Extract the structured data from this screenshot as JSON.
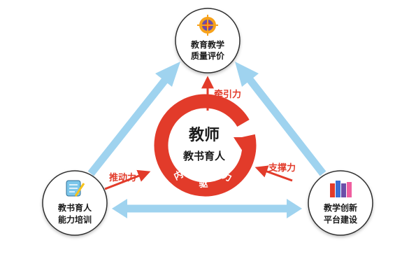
{
  "nodes": {
    "top": {
      "line1": "教育教学",
      "line2": "质量评价"
    },
    "left": {
      "line1": "教书育人",
      "line2": "能力培训"
    },
    "right": {
      "line1": "教学创新",
      "line2": "平台建设"
    }
  },
  "center": {
    "title": "教师",
    "subtitle": "教书育人",
    "ring_chars": [
      "内",
      "驱",
      "力"
    ]
  },
  "forces": {
    "pull": "牵引力",
    "push": "推动力",
    "support": "支撑力"
  },
  "colors": {
    "accent_red": "#e23b2a",
    "arrow_blue": "#9fd3ef",
    "circle_border": "#2f2f2f",
    "text_dark": "#1a1a1a"
  },
  "icons": {
    "top": "target-icon",
    "left": "notepad-pencil-icon",
    "right": "books-icon"
  }
}
